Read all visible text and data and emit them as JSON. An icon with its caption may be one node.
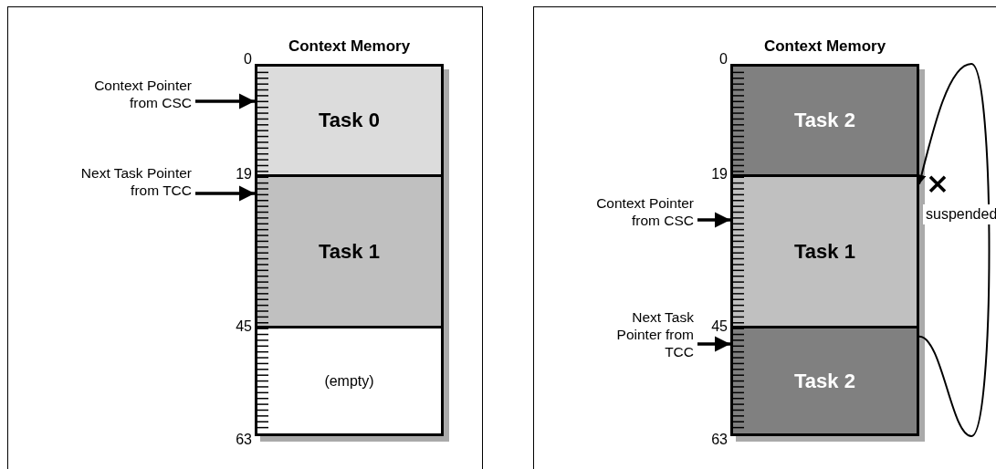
{
  "diagram": {
    "nodes": [
      {
        "text": [
          "Context Memory"
        ]
      },
      {
        "text": [
          "Task 0"
        ],
        "in": 0
      },
      {
        "text": [
          "Task 1"
        ],
        "in": 0
      },
      {
        "text": [
          "(empty)"
        ],
        "in": 0
      },
      {
        "text": [
          "Context Pointer from CSC"
        ]
      },
      {
        "text": [
          "Next Task Pointer from TCC"
        ]
      },
      {
        "text": [
          "Context Memory"
        ]
      },
      {
        "text": [
          "Task 2"
        ],
        "in": 6
      },
      {
        "text": [
          "Task 1"
        ],
        "in": 6
      },
      {
        "text": [
          "Task 2"
        ],
        "in": 6
      },
      {
        "text": [
          "Context Pointer from CSC"
        ]
      },
      {
        "text": [
          "Next Task Pointer from TCC"
        ]
      }
    ],
    "edges": [
      {
        "from": 4,
        "to": 1,
        "arrow": "to"
      },
      {
        "from": 5,
        "to": 2,
        "arrow": "to"
      },
      {
        "from": 10,
        "to": 8,
        "arrow": "to"
      },
      {
        "from": 11,
        "to": 9,
        "arrow": "to"
      },
      {
        "from": 9,
        "to": 8,
        "arrow": "to",
        "label": "suspended"
      }
    ],
    "labels": [
      "0",
      "19",
      "45",
      "63",
      "0",
      "19",
      "45",
      "63"
    ]
  }
}
